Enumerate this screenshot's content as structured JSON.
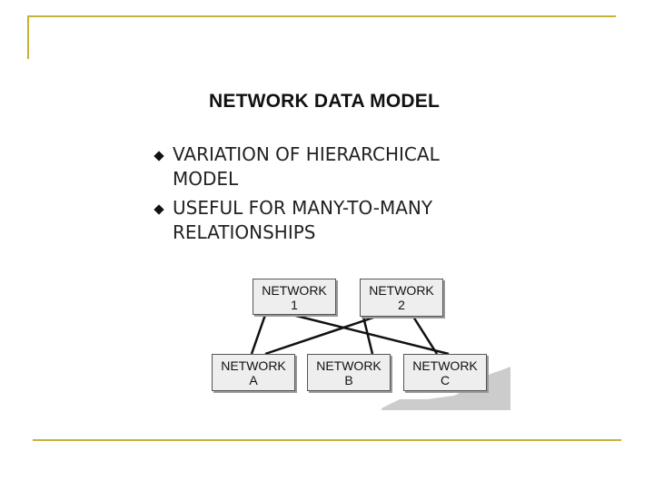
{
  "slide": {
    "title": "NETWORK DATA MODEL",
    "bullets": [
      {
        "lines": [
          "VARIATION OF HIERARCHICAL",
          "MODEL"
        ]
      },
      {
        "lines": [
          "USEFUL FOR MANY-TO-MANY",
          "RELATIONSHIPS"
        ]
      }
    ],
    "accent_color": "#c9b037",
    "bullet_icon": "diamond-bullet-icon"
  },
  "diagram": {
    "nodes": {
      "network_1": {
        "line1": "NETWORK",
        "line2": "1"
      },
      "network_2": {
        "line1": "NETWORK",
        "line2": "2"
      },
      "network_a": {
        "line1": "NETWORK",
        "line2": "A"
      },
      "network_b": {
        "line1": "NETWORK",
        "line2": "B"
      },
      "network_c": {
        "line1": "NETWORK",
        "line2": "C"
      }
    },
    "edges": [
      [
        "network_1",
        "network_a"
      ],
      [
        "network_1",
        "network_c"
      ],
      [
        "network_2",
        "network_a"
      ],
      [
        "network_2",
        "network_b"
      ],
      [
        "network_2",
        "network_c"
      ]
    ]
  }
}
